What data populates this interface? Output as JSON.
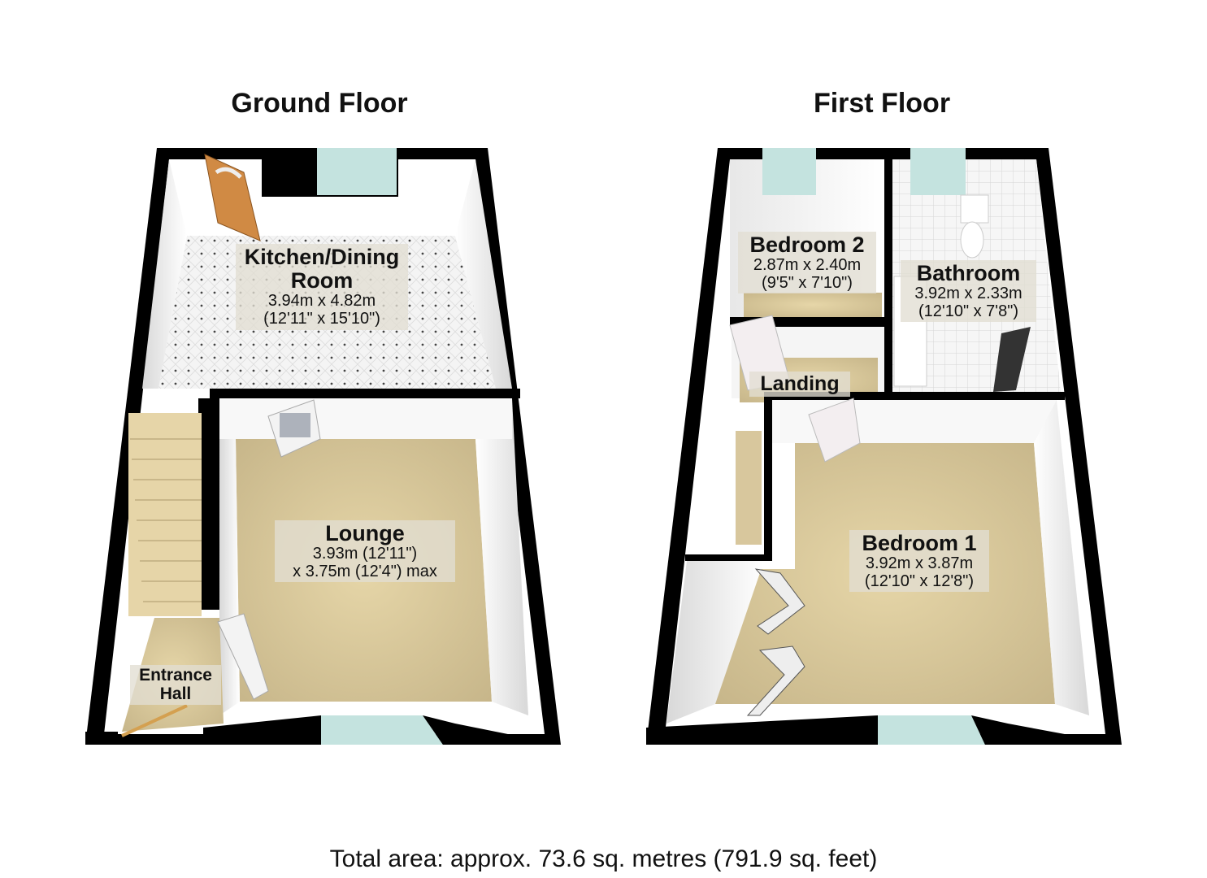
{
  "floors": [
    {
      "title": "Ground Floor",
      "rooms": [
        {
          "name": "Kitchen/Dining",
          "name2": "Room",
          "dim1": "3.94m x 4.82m",
          "dim2": "(12'11\" x 15'10\")"
        },
        {
          "name": "Lounge",
          "dim1": "3.93m (12'11\")",
          "dim2": "x 3.75m (12'4\") max"
        },
        {
          "name": "Entrance",
          "name2": "Hall"
        }
      ]
    },
    {
      "title": "First Floor",
      "rooms": [
        {
          "name": "Bedroom 2",
          "dim1": "2.87m x 2.40m",
          "dim2": "(9'5\" x 7'10\")"
        },
        {
          "name": "Bathroom",
          "dim1": "3.92m x 2.33m",
          "dim2": "(12'10\" x 7'8\")"
        },
        {
          "name": "Landing"
        },
        {
          "name": "Bedroom 1",
          "dim1": "3.92m x 3.87m",
          "dim2": "(12'10\" x 12'8\")"
        }
      ]
    }
  ],
  "total_area": "Total area: approx. 73.6 sq. metres (791.9 sq. feet)",
  "colors": {
    "wall": "#000000",
    "carpet": "#d4c49a",
    "tile": "#f2f2f2",
    "window": "#bfe0dc",
    "door_wood": "#d08a44"
  }
}
